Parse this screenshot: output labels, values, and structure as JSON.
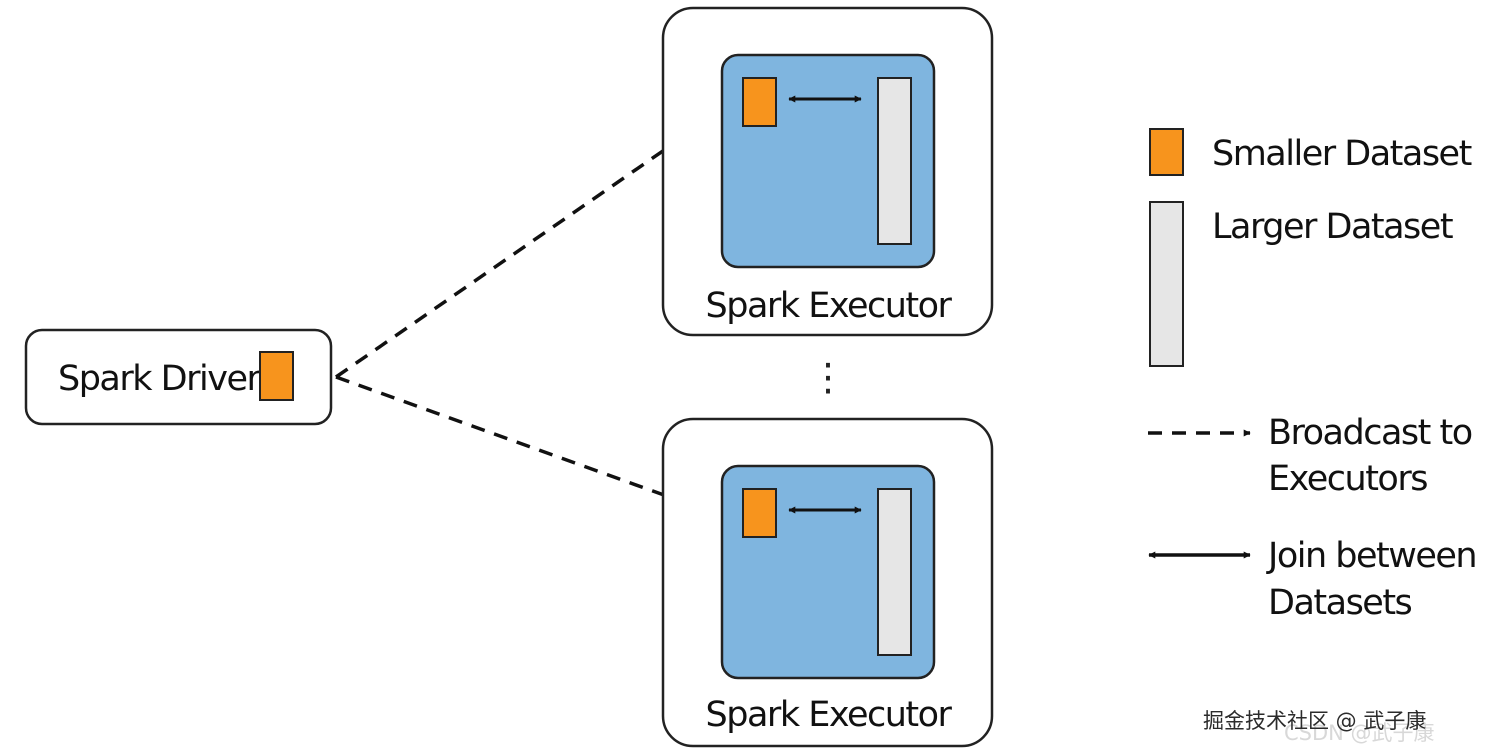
{
  "colors": {
    "smaller_dataset": "#f7941d",
    "larger_dataset": "#e6e6e6",
    "executor_inner": "#7fb5df",
    "outline": "#222222",
    "container_fill": "#ffffff"
  },
  "driver": {
    "label": "Spark Driver"
  },
  "executors": [
    {
      "label": "Spark Executor"
    },
    {
      "label": "Spark Executor"
    }
  ],
  "ellipsis": "⋮",
  "legend": {
    "smaller_dataset": "Smaller Dataset",
    "larger_dataset": "Larger Dataset",
    "broadcast_line1": "Broadcast to",
    "broadcast_line2": "Executors",
    "join_line1": "Join between",
    "join_line2": "Datasets"
  },
  "watermark": {
    "primary": "掘金技术社区 @ 武子康",
    "secondary": "CSDN @武子康"
  }
}
